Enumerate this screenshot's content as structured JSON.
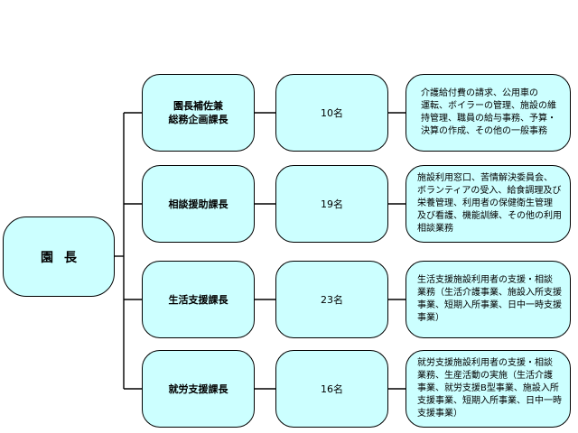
{
  "root": {
    "label": "園長"
  },
  "rows": [
    {
      "head": "園長補佐兼\n総務企画課長",
      "count": "10名",
      "duty": "介護給付費の請求、公用車の\n運転、ボイラーの管理、施設の維\n持管理、職員の給与事務、予算・\n決算の作成、その他の一般事務"
    },
    {
      "head": "相談援助課長",
      "count": "19名",
      "duty": "施設利用窓口、苦情解決委員会、\nボランティアの受入、給食調理及び\n栄養管理、利用者の保健衛生管理\n及び看護、機能訓練、その他の利用\n相談業務"
    },
    {
      "head": "生活支援課長",
      "count": "23名",
      "duty": "生活支援施設利用者の支援・相談\n業務（生活介護事業、施設入所支援\n事業、短期入所事業、日中一時支援\n事業）"
    },
    {
      "head": "就労支援課長",
      "count": "16名",
      "duty": "就労支援施設利用者の支援・相談\n業務、生産活動の実施（生活介護\n事業、就労支援B型事業、施設入所\n支援事業、短期入所事業、日中一時\n支援事業）"
    }
  ]
}
